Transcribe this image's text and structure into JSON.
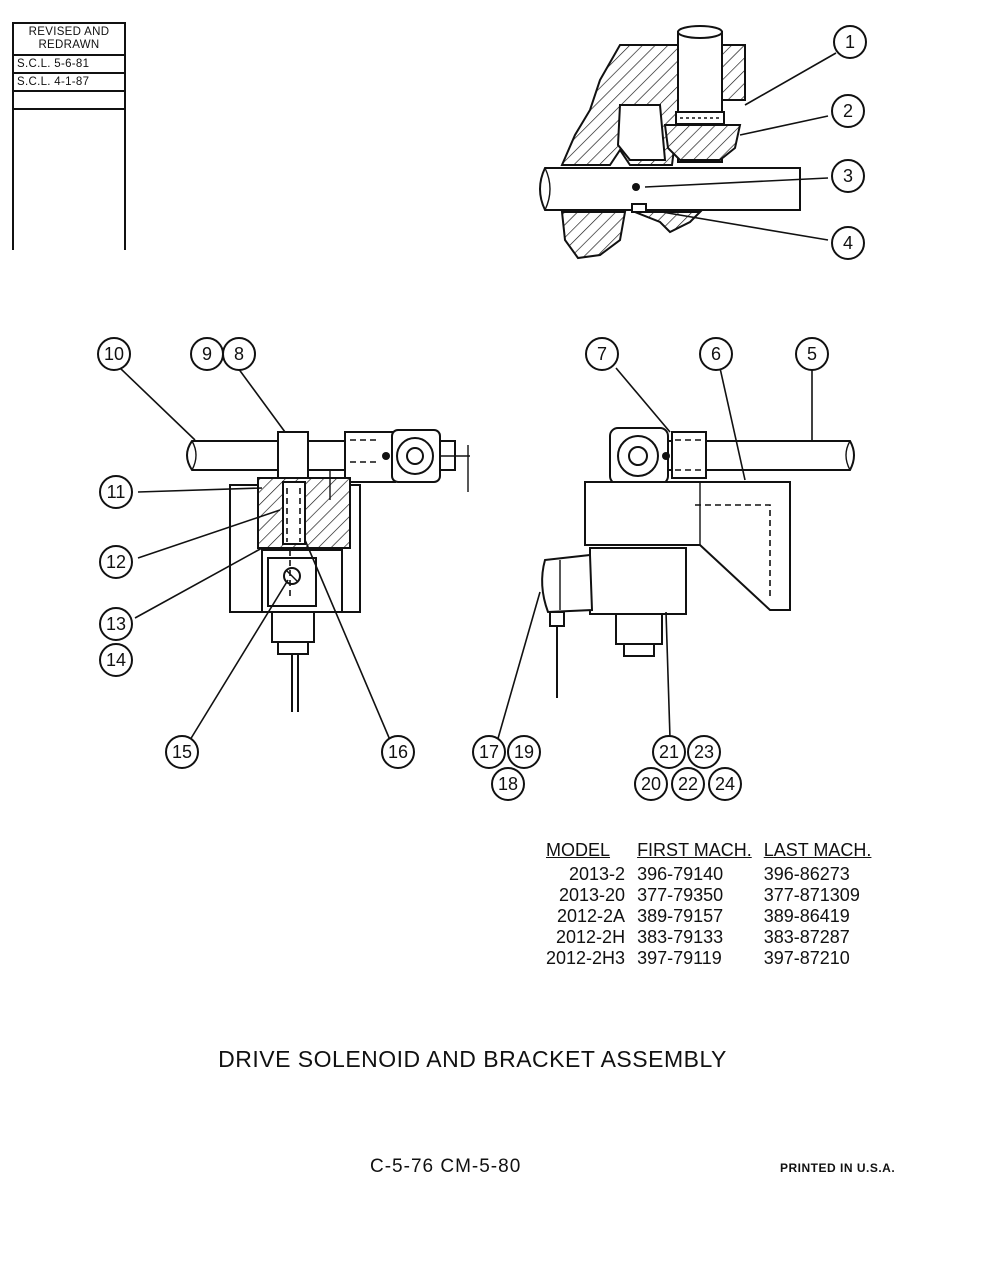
{
  "revision_block": {
    "header": "REVISED AND REDRAWN",
    "rows": [
      "S.C.L. 5-6-81",
      "S.C.L. 4-1-87"
    ]
  },
  "callouts": [
    "1",
    "2",
    "3",
    "4",
    "5",
    "6",
    "7",
    "8",
    "9",
    "10",
    "11",
    "12",
    "13",
    "14",
    "15",
    "16",
    "17",
    "18",
    "19",
    "20",
    "21",
    "22",
    "23",
    "24"
  ],
  "model_table": {
    "headers": [
      "MODEL",
      "FIRST MACH.",
      "LAST MACH."
    ],
    "rows": [
      [
        "2013-2",
        "396-79140",
        "396-86273"
      ],
      [
        "2013-20",
        "377-79350",
        "377-871309"
      ],
      [
        "2012-2A",
        "389-79157",
        "389-86419"
      ],
      [
        "2012-2H",
        "383-79133",
        "383-87287"
      ],
      [
        "2012-2H3",
        "397-79119",
        "397-87210"
      ]
    ]
  },
  "title": "DRIVE SOLENOID AND BRACKET ASSEMBLY",
  "codes": "C-5-76   CM-5-80",
  "printed": "PRINTED IN U.S.A."
}
